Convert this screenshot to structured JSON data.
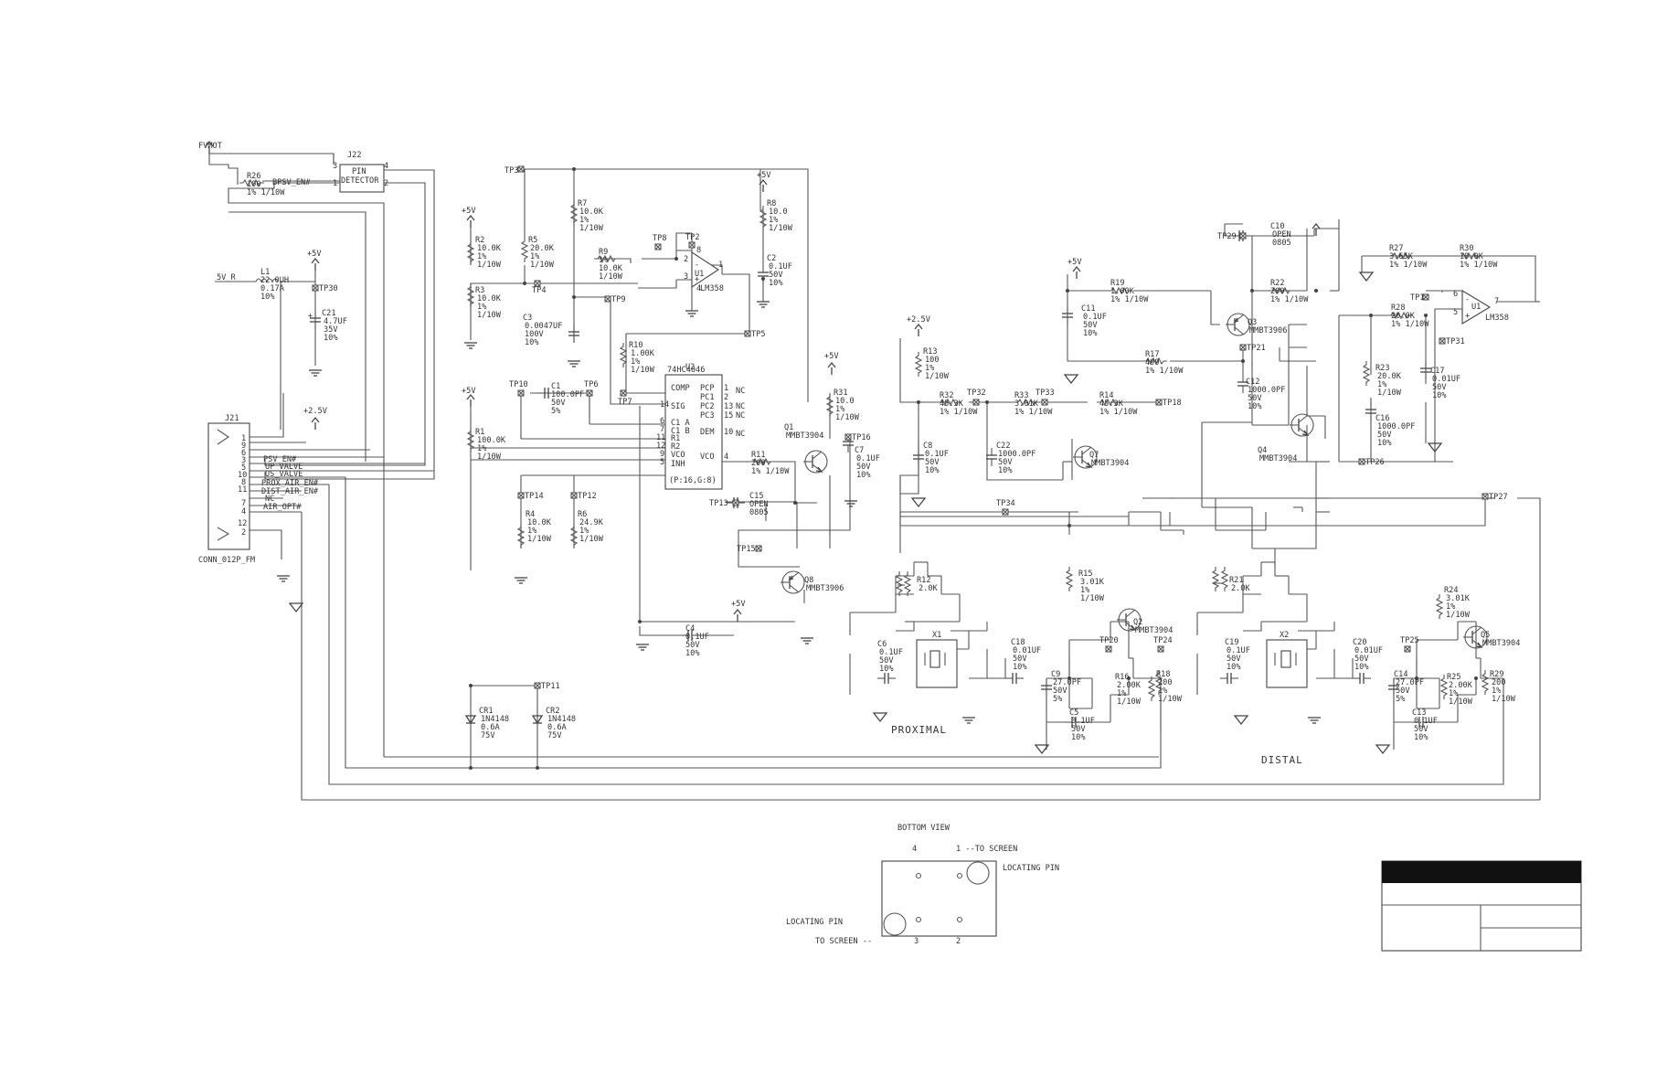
{
  "connectors": {
    "j21": {
      "ref": "J21",
      "name": "CONN_012P_FM",
      "pins": [
        "1",
        "9",
        "6",
        "3",
        "5",
        "10",
        "8",
        "11",
        "7",
        "4",
        "12",
        "2"
      ],
      "nets": [
        "PSV_EN#",
        "UP_VALVE",
        "US_VALVE",
        "PROX_AIR_EN#",
        "DIST_AIR_EN#",
        "NC",
        "AIR_OPT#"
      ]
    },
    "j22": {
      "ref": "J22",
      "line1": "PIN",
      "line2": "DETECTOR",
      "pins": [
        "3",
        "4",
        "1",
        "2"
      ]
    },
    "fvmot": "FVMOT",
    "bpsv": "BPSV_EN#",
    "sv_r": "5V_R"
  },
  "rails": {
    "p5": "+5V",
    "p25": "+2.5V"
  },
  "chips": {
    "u2": {
      "ref": "U2",
      "part": "74HC4046",
      "left": [
        "14",
        "6",
        "7",
        "11",
        "12",
        "9",
        "5"
      ],
      "left_labels": [
        "SIG",
        "C1 A",
        "C1 B",
        "R1",
        "R2",
        "VCO",
        "INH"
      ],
      "right_labels": [
        "COMP",
        "PCP",
        "PC1",
        "PC2",
        "PC3",
        "DEM",
        "VCO"
      ],
      "right_pins": [
        "1",
        "2",
        "13",
        "15",
        "10",
        "4"
      ],
      "nc": [
        "NC",
        "NC",
        "NC",
        "NC"
      ],
      "power": "(P:16,G:8)"
    },
    "u1a": {
      "ref": "U1",
      "part": "LM358",
      "pins": [
        "2",
        "3",
        "1",
        "8",
        "4"
      ]
    },
    "u1b": {
      "ref": "U1",
      "part": "LM358",
      "pins": [
        "6",
        "5",
        "7"
      ]
    }
  },
  "components": [
    {
      "ref": "R26",
      "v": [
        "100",
        "1% 1/10W"
      ]
    },
    {
      "ref": "L1",
      "v": [
        "22.0UH",
        "0.17A",
        "10%"
      ]
    },
    {
      "ref": "C21",
      "v": [
        "4.7UF",
        "35V",
        "10%"
      ]
    },
    {
      "ref": "R2",
      "v": [
        "10.0K",
        "1%",
        "1/10W"
      ]
    },
    {
      "ref": "R3",
      "v": [
        "10.0K",
        "1%",
        "1/10W"
      ]
    },
    {
      "ref": "R5",
      "v": [
        "20.0K",
        "1%",
        "1/10W"
      ]
    },
    {
      "ref": "R7",
      "v": [
        "10.0K",
        "1%",
        "1/10W"
      ]
    },
    {
      "ref": "R9",
      "v": [
        "1%",
        "10.0K",
        "1/10W"
      ]
    },
    {
      "ref": "C3",
      "v": [
        "0.0047UF",
        "100V",
        "10%"
      ]
    },
    {
      "ref": "R8",
      "v": [
        "10.0",
        "1%",
        "1/10W"
      ]
    },
    {
      "ref": "C2",
      "v": [
        "0.1UF",
        "50V",
        "10%"
      ]
    },
    {
      "ref": "R10",
      "v": [
        "1.00K",
        "1%",
        "1/10W"
      ]
    },
    {
      "ref": "C1",
      "v": [
        "100.0PF",
        "50V",
        "5%"
      ]
    },
    {
      "ref": "R1",
      "v": [
        "100.0K",
        "1%",
        "1/10W"
      ]
    },
    {
      "ref": "R4",
      "v": [
        "10.0K",
        "1%",
        "1/10W"
      ]
    },
    {
      "ref": "R6",
      "v": [
        "24.9K",
        "1%",
        "1/10W"
      ]
    },
    {
      "ref": "R11",
      "v": [
        "200",
        "1% 1/10W"
      ]
    },
    {
      "ref": "C15",
      "v": [
        "OPEN",
        "0805"
      ]
    },
    {
      "ref": "C4",
      "v": [
        "0.1UF",
        "50V",
        "10%"
      ]
    },
    {
      "ref": "R31",
      "v": [
        "10.0",
        "1%",
        "1/10W"
      ]
    },
    {
      "ref": "C7",
      "v": [
        "0.1UF",
        "50V",
        "10%"
      ]
    },
    {
      "ref": "Q1",
      "v": [
        "MMBT3904"
      ]
    },
    {
      "ref": "Q8",
      "v": [
        "MMBT3906"
      ]
    },
    {
      "ref": "CR1",
      "v": [
        "1N4148",
        "0.6A",
        "75V"
      ]
    },
    {
      "ref": "CR2",
      "v": [
        "1N4148",
        "0.6A",
        "75V"
      ]
    },
    {
      "ref": "R13",
      "v": [
        "100",
        "1%",
        "1/10W"
      ]
    },
    {
      "ref": "R32",
      "v": [
        "45.3K",
        "1% 1/10W"
      ]
    },
    {
      "ref": "R33",
      "v": [
        "3.01K",
        "1% 1/10W"
      ]
    },
    {
      "ref": "R14",
      "v": [
        "45.3K",
        "1% 1/10W"
      ]
    },
    {
      "ref": "C8",
      "v": [
        "0.1UF",
        "50V",
        "10%"
      ]
    },
    {
      "ref": "C22",
      "v": [
        "1000.0PF",
        "50V",
        "10%"
      ]
    },
    {
      "ref": "Q7",
      "v": [
        "MMBT3904"
      ]
    },
    {
      "ref": "C11",
      "v": [
        "0.1UF",
        "50V",
        "10%"
      ]
    },
    {
      "ref": "R19",
      "v": [
        "1.00K",
        "1% 1/10W"
      ]
    },
    {
      "ref": "R17",
      "v": [
        "499",
        "1% 1/10W"
      ]
    },
    {
      "ref": "C10",
      "v": [
        "OPEN",
        "0805"
      ]
    },
    {
      "ref": "R22",
      "v": [
        "200",
        "1% 1/10W"
      ]
    },
    {
      "ref": "Q3",
      "v": [
        "MMBT3906"
      ]
    },
    {
      "ref": "C12",
      "v": [
        "1000.0PF",
        "50V",
        "10%"
      ]
    },
    {
      "ref": "Q4",
      "v": [
        "MMBT3904"
      ]
    },
    {
      "ref": "R27",
      "v": [
        "3.65K",
        "1% 1/10W"
      ]
    },
    {
      "ref": "R30",
      "v": [
        "10.0K",
        "1% 1/10W"
      ]
    },
    {
      "ref": "R28",
      "v": [
        "20.0K",
        "1% 1/10W"
      ]
    },
    {
      "ref": "R23",
      "v": [
        "20.0K",
        "1%",
        "1/10W"
      ]
    },
    {
      "ref": "C16",
      "v": [
        "1000.0PF",
        "50V",
        "10%"
      ]
    },
    {
      "ref": "C17",
      "v": [
        "0.01UF",
        "50V",
        "10%"
      ]
    },
    {
      "ref": "R12",
      "v": [
        "2.0K"
      ]
    },
    {
      "ref": "X1",
      "v": []
    },
    {
      "ref": "C6",
      "v": [
        "0.1UF",
        "50V",
        "10%"
      ]
    },
    {
      "ref": "C18",
      "v": [
        "0.01UF",
        "50V",
        "10%"
      ]
    },
    {
      "ref": "R15",
      "v": [
        "3.01K",
        "1%",
        "1/10W"
      ]
    },
    {
      "ref": "Q2",
      "v": [
        "MMBT3904"
      ]
    },
    {
      "ref": "C9",
      "v": [
        "27.0PF",
        "50V",
        "5%"
      ]
    },
    {
      "ref": "R16",
      "v": [
        "2.00K",
        "1%",
        "1/10W"
      ]
    },
    {
      "ref": "R18",
      "v": [
        "200",
        "1%",
        "1/10W"
      ]
    },
    {
      "ref": "C5",
      "v": [
        "0.1UF",
        "50V",
        "10%"
      ]
    },
    {
      "ref": "R21",
      "v": [
        "2.0K"
      ]
    },
    {
      "ref": "X2",
      "v": []
    },
    {
      "ref": "C19",
      "v": [
        "0.1UF",
        "50V",
        "10%"
      ]
    },
    {
      "ref": "C20",
      "v": [
        "0.01UF",
        "50V",
        "10%"
      ]
    },
    {
      "ref": "R24",
      "v": [
        "3.01K",
        "1%",
        "1/10W"
      ]
    },
    {
      "ref": "Q5",
      "v": [
        "MMBT3904"
      ]
    },
    {
      "ref": "C14",
      "v": [
        "27.0PF",
        "50V",
        "5%"
      ]
    },
    {
      "ref": "R25",
      "v": [
        "2.00K",
        "1%",
        "1/10W"
      ]
    },
    {
      "ref": "R29",
      "v": [
        "200",
        "1%",
        "1/10W"
      ]
    },
    {
      "ref": "C13",
      "v": [
        "0.1UF",
        "50V",
        "10%"
      ]
    }
  ],
  "testpoints": [
    "TP30",
    "TP3",
    "TP4",
    "TP8",
    "TP2",
    "TP9",
    "TP5",
    "TP7",
    "TP10",
    "TP6",
    "TP14",
    "TP12",
    "TP13",
    "TP15",
    "TP16",
    "TP11",
    "TP32",
    "TP33",
    "TP18",
    "TP29",
    "TP21",
    "TP1",
    "TP31",
    "TP26",
    "TP27",
    "TP34",
    "TP20",
    "TP24",
    "TP25"
  ],
  "sections": {
    "proximal": "PROXIMAL",
    "distal": "DISTAL"
  },
  "bottom_view": {
    "title": "BOTTOM VIEW",
    "p4": "4",
    "p1": "1 --TO SCREEN",
    "p3": "3",
    "p2": "2",
    "locating_right": "LOCATING PIN",
    "locating_left": "LOCATING PIN",
    "to_screen_left": "TO SCREEN --"
  },
  "title_block": {}
}
